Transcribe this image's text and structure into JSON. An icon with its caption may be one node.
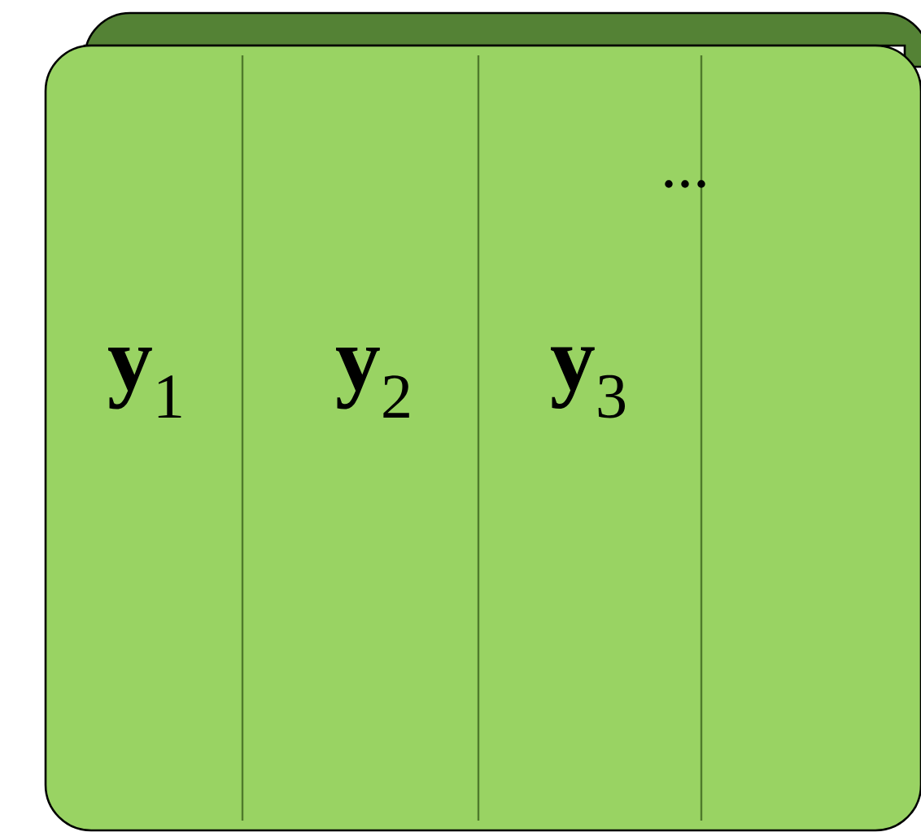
{
  "diagram": {
    "nodes": [
      {
        "text": [
          "**y**$_{1}$",
          "**y**$_{2}$",
          "**y**$_{3}$",
          "..."
        ]
      }
    ]
  }
}
